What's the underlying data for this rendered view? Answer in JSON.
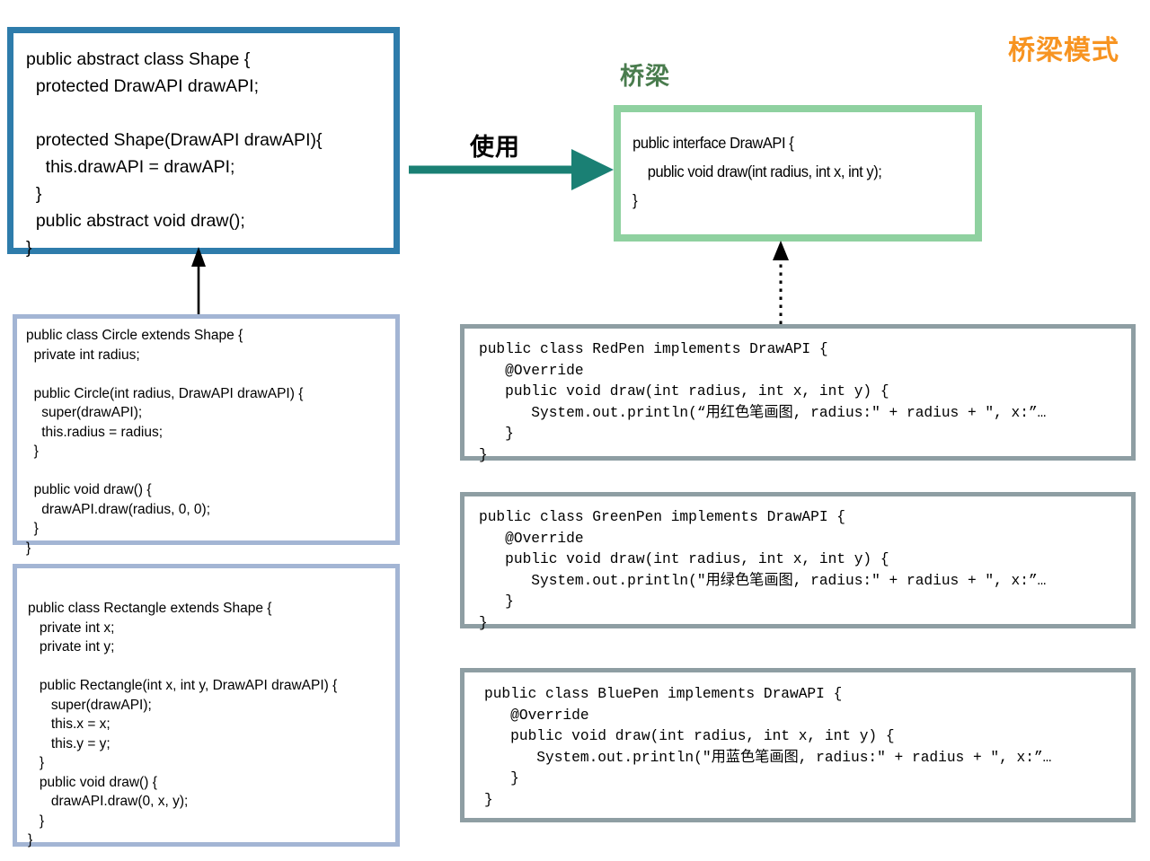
{
  "title": "桥梁模式",
  "labels": {
    "bridge": "桥梁",
    "uses": "使用"
  },
  "colors": {
    "title": "#F79421",
    "bridge_label": "#4A7C4E",
    "shape_border": "#2E7CAB",
    "subclass_border": "#A3B5D4",
    "interface_border": "#8FD1A0",
    "impl_border": "#8E9EA3",
    "uses_arrow": "#1A8074",
    "inherit_arrow": "#000000"
  },
  "boxes": {
    "shape": {
      "name": "Shape",
      "code": "public abstract class Shape {\n  protected DrawAPI drawAPI;\n\n  protected Shape(DrawAPI drawAPI){\n    this.drawAPI = drawAPI;\n  }\n  public abstract void draw();\n}"
    },
    "circle": {
      "name": "Circle",
      "code": "public class Circle extends Shape {\n  private int radius;\n\n  public Circle(int radius, DrawAPI drawAPI) {\n    super(drawAPI);\n    this.radius = radius;\n  }\n\n  public void draw() {\n    drawAPI.draw(radius, 0, 0);\n  }\n}"
    },
    "rectangle": {
      "name": "Rectangle",
      "code": "public class Rectangle extends Shape {\n   private int x;\n   private int y;\n\n   public Rectangle(int x, int y, DrawAPI drawAPI) {\n      super(drawAPI);\n      this.x = x;\n      this.y = y;\n   }\n   public void draw() {\n      drawAPI.draw(0, x, y);\n   }\n}"
    },
    "drawapi": {
      "name": "DrawAPI",
      "code": "public interface DrawAPI {\n    public void draw(int radius, int x, int y);\n}"
    },
    "redpen": {
      "name": "RedPen",
      "code": "public class RedPen implements DrawAPI {\n   @Override\n   public void draw(int radius, int x, int y) {\n      System.out.println(“用红色笔画图, radius:\" + radius + \", x:”…\n   }\n}"
    },
    "greenpen": {
      "name": "GreenPen",
      "code": "public class GreenPen implements DrawAPI {\n   @Override\n   public void draw(int radius, int x, int y) {\n      System.out.println(\"用绿色笔画图, radius:\" + radius + \", x:”…\n   }\n}"
    },
    "bluepen": {
      "name": "BluePen",
      "code": "public class BluePen implements DrawAPI {\n   @Override\n   public void draw(int radius, int x, int y) {\n      System.out.println(\"用蓝色笔画图, radius:\" + radius + \", x:”…\n   }\n}"
    }
  }
}
